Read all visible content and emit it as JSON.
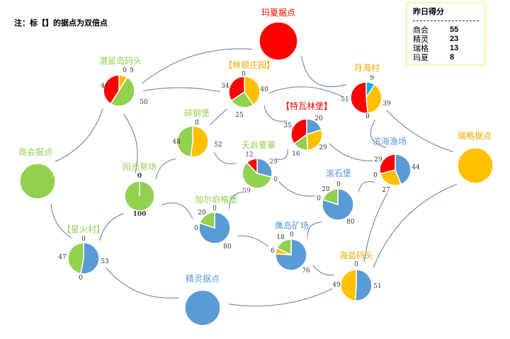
{
  "note": "注：标【】的据点为双倍点",
  "scoreboard": {
    "title": "昨日得分",
    "rows": [
      {
        "name": "商会",
        "score": "55"
      },
      {
        "name": "精灵",
        "score": "23"
      },
      {
        "name": "瑞格",
        "score": "13"
      },
      {
        "name": "玛夏",
        "score": "8"
      }
    ]
  },
  "colors": {
    "red": "#ff0000",
    "green": "#92d050",
    "blue": "#5b9bd5",
    "yellow": "#ffc000",
    "cyan": "#00b0f0",
    "purple": "#7030a0",
    "orange": "#f0a800",
    "edge": "#6a86a3"
  },
  "nodes": [
    {
      "name": "潜鲨岛码头",
      "title_color": "green",
      "slices": [
        {
          "c": "yellow",
          "v": 9
        },
        {
          "c": "green",
          "v": 50
        },
        {
          "c": "red",
          "v": 41
        }
      ],
      "labels": [
        "0",
        "9",
        "41",
        "50"
      ]
    },
    {
      "name": "【林顿庄园】",
      "title_color": "orange",
      "slices": [
        {
          "c": "yellow",
          "v": 40
        },
        {
          "c": "green",
          "v": 25
        },
        {
          "c": "red",
          "v": 34
        }
      ],
      "labels": [
        "0",
        "34",
        "40",
        "25"
      ]
    },
    {
      "name": "月海村",
      "title_color": "orange",
      "slices": [
        {
          "c": "cyan",
          "v": 9
        },
        {
          "c": "yellow",
          "v": 39
        },
        {
          "c": "red",
          "v": 51
        }
      ],
      "labels": [
        "9",
        "39",
        "0",
        "51"
      ]
    },
    {
      "name": "玛夏据点",
      "title_color": "red",
      "slices": [
        {
          "c": "red",
          "v": 100
        }
      ],
      "labels": []
    },
    {
      "name": "碎钢堡",
      "title_color": "green",
      "slices": [
        {
          "c": "yellow",
          "v": 52
        },
        {
          "c": "green",
          "v": 48
        }
      ],
      "labels": [
        "0",
        "52",
        "48"
      ]
    },
    {
      "name": "【特瓦林堡】",
      "title_color": "red",
      "slices": [
        {
          "c": "blue",
          "v": 20
        },
        {
          "c": "yellow",
          "v": 29
        },
        {
          "c": "green",
          "v": 16
        },
        {
          "c": "red",
          "v": 35
        }
      ],
      "labels": [
        "20",
        "29",
        "16",
        "35"
      ]
    },
    {
      "name": "天启要寨",
      "title_color": "green",
      "slices": [
        {
          "c": "blue",
          "v": 29
        },
        {
          "c": "green",
          "v": 59
        },
        {
          "c": "red",
          "v": 12
        }
      ],
      "labels": [
        "12",
        "29",
        "0",
        "59"
      ],
      "label_color": "purple"
    },
    {
      "name": "滨海渔场",
      "title_color": "blue",
      "slices": [
        {
          "c": "blue",
          "v": 44
        },
        {
          "c": "yellow",
          "v": 27
        },
        {
          "c": "red",
          "v": 29
        }
      ],
      "labels": [
        "29",
        "44",
        "0",
        "27"
      ]
    },
    {
      "name": "商会据点",
      "title_color": "green",
      "slices": [
        {
          "c": "green",
          "v": 100
        }
      ],
      "labels": []
    },
    {
      "name": "瑞格据点",
      "title_color": "orange",
      "slices": [
        {
          "c": "yellow",
          "v": 100
        }
      ],
      "labels": []
    },
    {
      "name": "阳光草场",
      "title_color": "green",
      "slices": [
        {
          "c": "green",
          "v": 100
        }
      ],
      "labels": [
        "0",
        "100"
      ],
      "divider": true
    },
    {
      "name": "滚石堡",
      "title_color": "blue",
      "slices": [
        {
          "c": "blue",
          "v": 80
        },
        {
          "c": "green",
          "v": 20
        }
      ],
      "labels": [
        "0",
        "20",
        "0",
        "80"
      ]
    },
    {
      "name": "加尔伯格堡",
      "title_color": "green",
      "slices": [
        {
          "c": "blue",
          "v": 80
        },
        {
          "c": "green",
          "v": 20
        }
      ],
      "labels": [
        "0",
        "20",
        "0",
        "80"
      ]
    },
    {
      "name": "【星火村】",
      "title_color": "green",
      "slices": [
        {
          "c": "blue",
          "v": 53
        },
        {
          "c": "green",
          "v": 47
        }
      ],
      "labels": [
        "0",
        "53",
        "0",
        "47"
      ]
    },
    {
      "name": "鹰岛矿场",
      "title_color": "blue",
      "slices": [
        {
          "c": "blue",
          "v": 76
        },
        {
          "c": "yellow",
          "v": 6
        },
        {
          "c": "green",
          "v": 18
        }
      ],
      "labels": [
        "0",
        "18",
        "6",
        "76"
      ]
    },
    {
      "name": "海盐码头",
      "title_color": "orange",
      "slices": [
        {
          "c": "blue",
          "v": 51
        },
        {
          "c": "yellow",
          "v": 49
        }
      ],
      "labels": [
        "0",
        "51",
        "49"
      ]
    },
    {
      "name": "精灵据点",
      "title_color": "blue",
      "slices": [
        {
          "c": "blue",
          "v": 100
        }
      ],
      "labels": []
    }
  ]
}
